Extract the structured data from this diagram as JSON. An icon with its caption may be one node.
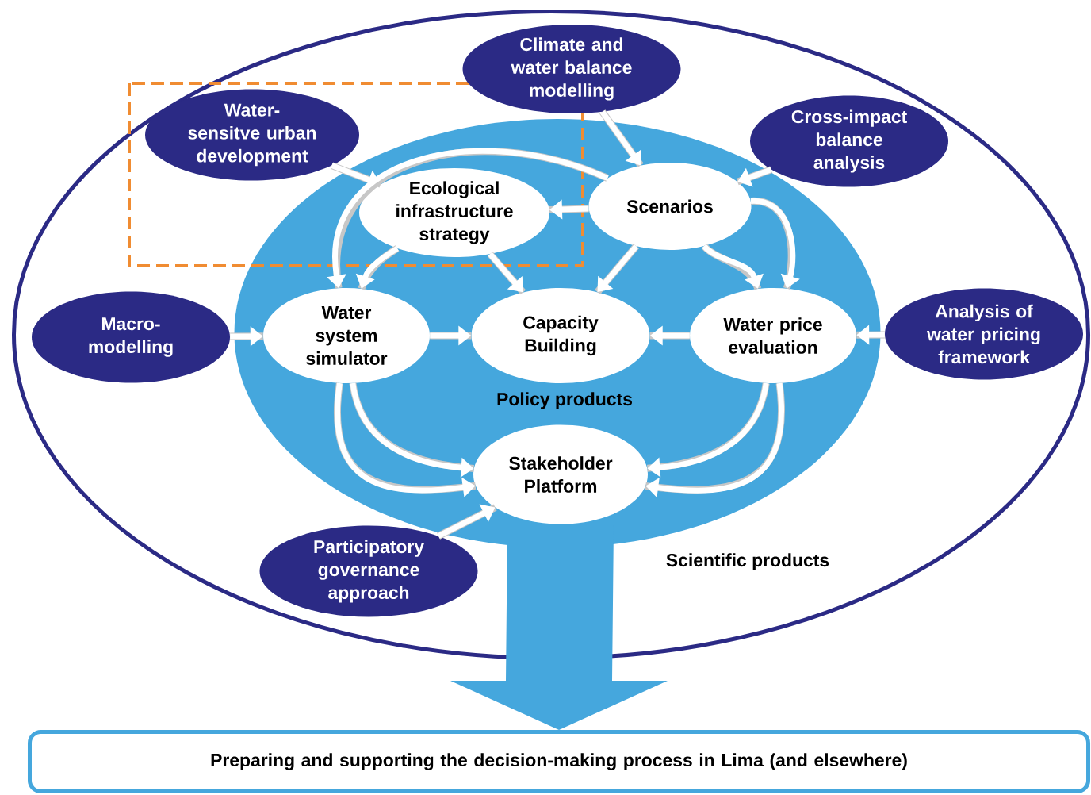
{
  "diagram": {
    "nodes": [
      {
        "text": [
          "Scientific products"
        ]
      },
      {
        "text": [
          "Policy products"
        ],
        "in": 0
      },
      {
        "text": [
          "Climate and water balance modelling"
        ],
        "in": 0
      },
      {
        "text": [
          "Water-sensitve urban development"
        ],
        "in": 0
      },
      {
        "text": [
          "Cross-impact balance analysis"
        ],
        "in": 0
      },
      {
        "text": [
          "Macro-modelling"
        ],
        "in": 0
      },
      {
        "text": [
          "Analysis of water pricing framework"
        ],
        "in": 0
      },
      {
        "text": [
          "Participatory governance approach"
        ],
        "in": 0
      },
      {
        "text": [
          "Ecological infrastructure strategy"
        ],
        "in": 1
      },
      {
        "text": [
          "Scenarios"
        ],
        "in": 1
      },
      {
        "text": [
          "Water system simulator"
        ],
        "in": 1
      },
      {
        "text": [
          "Capacity Building"
        ],
        "in": 1
      },
      {
        "text": [
          "Water price evaluation"
        ],
        "in": 1
      },
      {
        "text": [
          "Stakeholder Platform"
        ],
        "in": 1
      },
      {
        "text": [
          "Preparing and supporting the decision-making process in Lima (and elsewhere)"
        ]
      }
    ],
    "edges": [
      {
        "from": 2,
        "to": 9,
        "arrow": "to"
      },
      {
        "from": 3,
        "to": 8,
        "arrow": "to"
      },
      {
        "from": 4,
        "to": 9,
        "arrow": "to"
      },
      {
        "from": 5,
        "to": 10,
        "arrow": "to"
      },
      {
        "from": 6,
        "to": 12,
        "arrow": "to"
      },
      {
        "from": 7,
        "to": 13,
        "arrow": "to"
      },
      {
        "from": 9,
        "to": 8,
        "arrow": "to"
      },
      {
        "from": 9,
        "to": 10,
        "arrow": "to"
      },
      {
        "from": 8,
        "to": 10,
        "arrow": "to"
      },
      {
        "from": 8,
        "to": 11,
        "arrow": "to"
      },
      {
        "from": 9,
        "to": 11,
        "arrow": "to"
      },
      {
        "from": 9,
        "to": 12,
        "arrow": "to"
      },
      {
        "from": 9,
        "to": 12,
        "arrow": "to"
      },
      {
        "from": 10,
        "to": 11,
        "arrow": "to"
      },
      {
        "from": 12,
        "to": 11,
        "arrow": "to"
      },
      {
        "from": 10,
        "to": 13,
        "arrow": "to"
      },
      {
        "from": 10,
        "to": 13,
        "arrow": "to"
      },
      {
        "from": 12,
        "to": 13,
        "arrow": "to"
      },
      {
        "from": 12,
        "to": 13,
        "arrow": "to"
      },
      {
        "from": 13,
        "to": 14,
        "arrow": "to",
        "style": "thick",
        "color": "#45a7dd"
      }
    ]
  }
}
